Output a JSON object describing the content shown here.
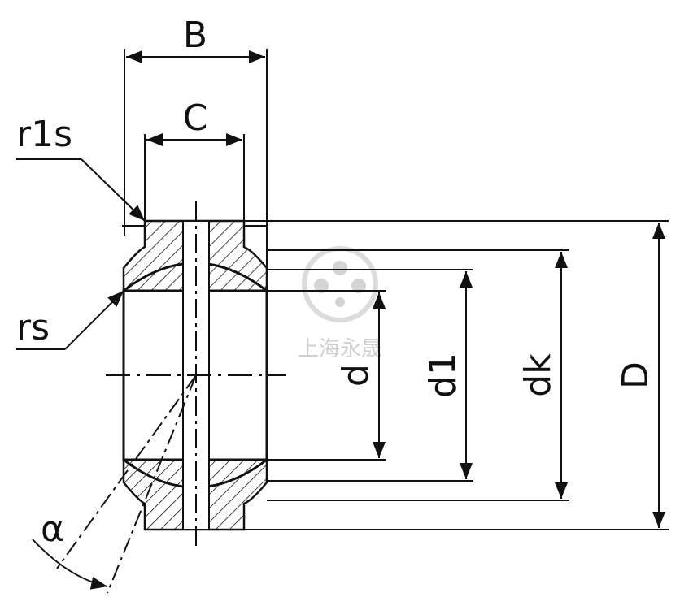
{
  "drawing": {
    "title": "",
    "labels": {
      "B": "B",
      "C": "C",
      "r1s": "r1s",
      "rs": "rs",
      "d": "d",
      "d1": "d1",
      "dk": "dk",
      "D": "D",
      "alpha": "α"
    }
  },
  "watermark": {
    "text": "上海永晟",
    "color": "#cfcfcf"
  },
  "colors": {
    "line": "#111111",
    "background": "#ffffff"
  }
}
